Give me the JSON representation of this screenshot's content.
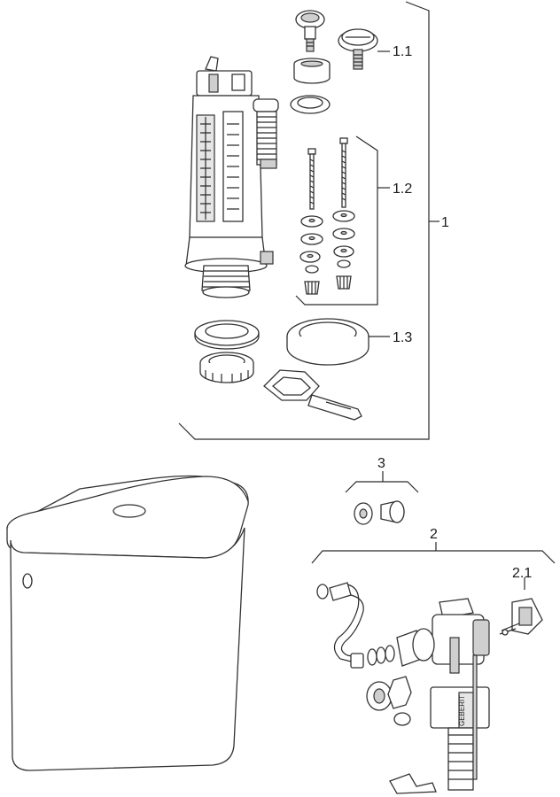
{
  "callouts": {
    "main_assembly": "1",
    "push_buttons": "1.1",
    "mounting_screws": "1.2",
    "seals": "1.3",
    "connector": "3",
    "fill_valve": "2",
    "valve_head": "2.1"
  },
  "colors": {
    "line": "#2a2a2a",
    "part_fill": "#ffffff",
    "shade_fill": "#cfcfcf"
  }
}
